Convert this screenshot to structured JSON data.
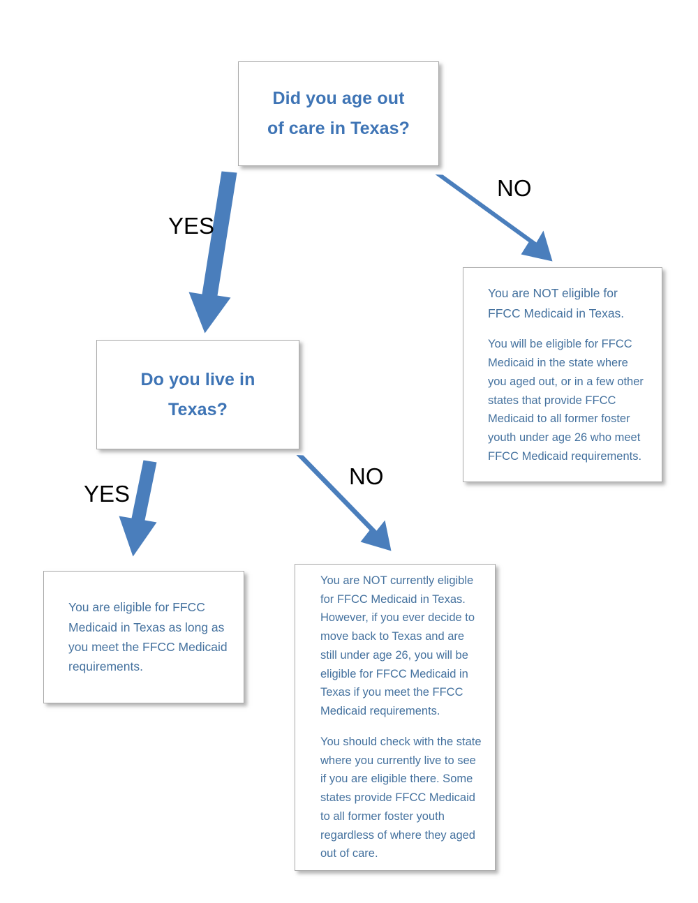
{
  "diagram": {
    "title": "FFCC Medicaid Eligibility Flowchart",
    "accent_blue": "#3e74b5",
    "body_blue": "#44719e",
    "arrow_blue": "#4a7ebc",
    "border_gray": "#a8a8a8",
    "label_black": "#000000"
  },
  "nodes": {
    "q1": {
      "kind": "decision",
      "line1": "Did you age out",
      "line2": "of care in Texas?"
    },
    "q2": {
      "kind": "decision",
      "line1": "Do you live in",
      "line2": "Texas?"
    },
    "not_eligible_tx": {
      "kind": "outcome",
      "para1": "You are NOT eligible for FFCC Medicaid in Texas.",
      "para2": "You will be eligible for FFCC Medicaid in the state where you aged out, or in a few other states that provide FFCC Medicaid to all former foster youth under age 26 who meet FFCC Medicaid requirements."
    },
    "eligible_tx": {
      "kind": "outcome",
      "para1": "You are eligible for FFCC Medicaid in Texas as long as you meet the FFCC Medicaid requirements."
    },
    "not_currently_eligible": {
      "kind": "outcome",
      "para1": "You are NOT currently eligible for FFCC Medicaid in Texas.  However, if you ever decide to move back to Texas and are still under age 26, you will be eligible for FFCC Medicaid in Texas if you meet the FFCC Medicaid requirements.",
      "para2": "You should check with the state where you currently live to see if you are eligible there.  Some states provide FFCC Medicaid to all former foster youth regardless of where they aged out of care."
    }
  },
  "edges": {
    "q1_yes": {
      "label": "YES",
      "from": "q1",
      "to": "q2"
    },
    "q1_no": {
      "label": "NO",
      "from": "q1",
      "to": "not_eligible_tx"
    },
    "q2_yes": {
      "label": "YES",
      "from": "q2",
      "to": "eligible_tx"
    },
    "q2_no": {
      "label": "NO",
      "from": "q2",
      "to": "not_currently_eligible"
    }
  }
}
